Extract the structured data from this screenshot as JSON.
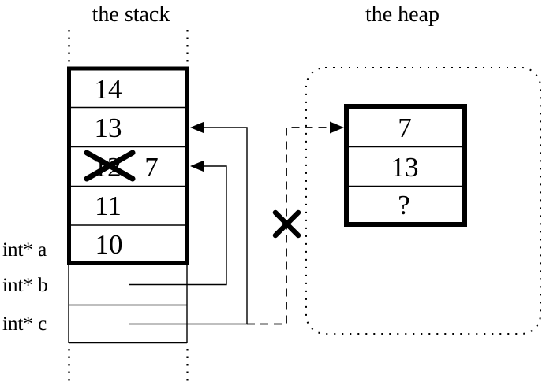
{
  "titles": {
    "stack": "the stack",
    "heap": "the heap"
  },
  "colors": {
    "ink": "#000000",
    "paper": "#ffffff"
  },
  "stack": {
    "frame_values": [
      "14",
      "13",
      "12",
      "11",
      "10"
    ],
    "new_value_in_crossed_cell": "7",
    "pointer_labels": [
      "int* a",
      "int* b",
      "int* c"
    ]
  },
  "heap": {
    "block_values": [
      "7",
      "13",
      "?"
    ]
  },
  "icons": {
    "crossed_out_value_marker": "x-strike-icon",
    "broken_pointer_marker": "x-strike-icon"
  }
}
